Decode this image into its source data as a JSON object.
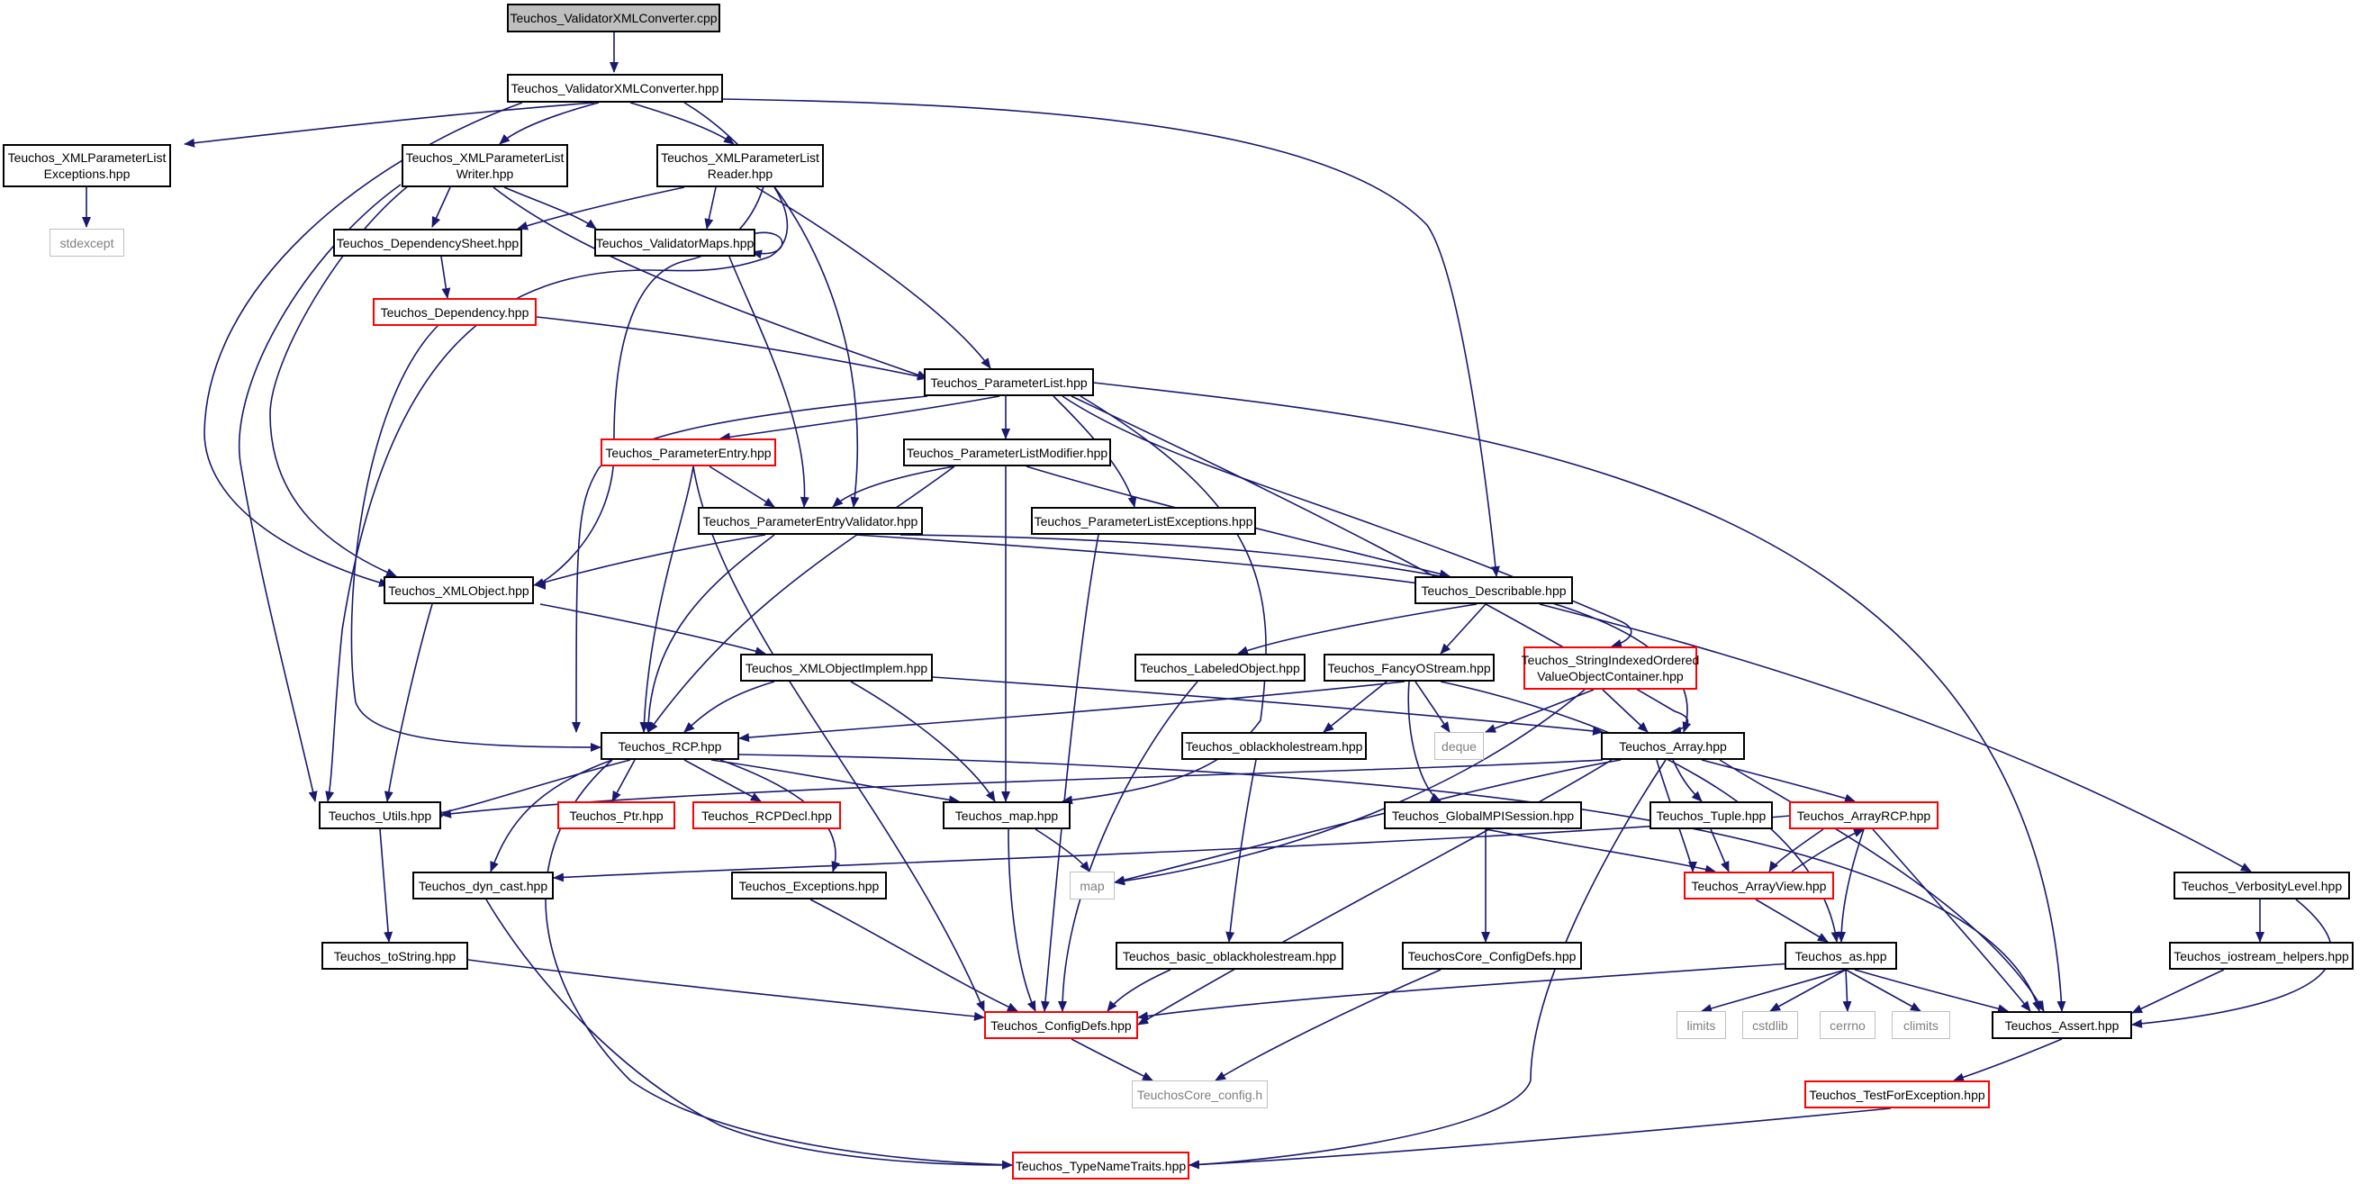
{
  "colors": {
    "edge": "#191970",
    "border": "#000000",
    "highlight_border": "#ff0000",
    "external_border": "#bfbfbf",
    "root_fill": "#bfbfbf"
  },
  "nodes": {
    "converter_cpp": "Teuchos_ValidatorXMLConverter.cpp",
    "converter_hpp": "Teuchos_ValidatorXMLConverter.hpp",
    "xml_pl_exceptions": [
      "Teuchos_XMLParameterList",
      "Exceptions.hpp"
    ],
    "xml_pl_writer": [
      "Teuchos_XMLParameterList",
      "Writer.hpp"
    ],
    "xml_pl_reader": [
      "Teuchos_XMLParameterList",
      "Reader.hpp"
    ],
    "stdexcept": "stdexcept",
    "dependency_sheet": "Teuchos_DependencySheet.hpp",
    "validator_maps": "Teuchos_ValidatorMaps.hpp",
    "dependency": "Teuchos_Dependency.hpp",
    "parameter_list": "Teuchos_ParameterList.hpp",
    "parameter_entry": "Teuchos_ParameterEntry.hpp",
    "pl_modifier": "Teuchos_ParameterListModifier.hpp",
    "pl_exceptions": "Teuchos_ParameterListExceptions.hpp",
    "entry_validator": "Teuchos_ParameterEntryValidator.hpp",
    "xml_object": "Teuchos_XMLObject.hpp",
    "describable": "Teuchos_Describable.hpp",
    "xml_object_implem": "Teuchos_XMLObjectImplem.hpp",
    "labeled_object": "Teuchos_LabeledObject.hpp",
    "fancy_ostream": "Teuchos_FancyOStream.hpp",
    "string_indexed": [
      "Teuchos_StringIndexedOrdered",
      "ValueObjectContainer.hpp"
    ],
    "rcp": "Teuchos_RCP.hpp",
    "oblackhole": "Teuchos_oblackholestream.hpp",
    "deque": "deque",
    "array": "Teuchos_Array.hpp",
    "utils": "Teuchos_Utils.hpp",
    "ptr": "Teuchos_Ptr.hpp",
    "rcp_decl": "Teuchos_RCPDecl.hpp",
    "map_hpp": "Teuchos_map.hpp",
    "global_mpi": "Teuchos_GlobalMPISession.hpp",
    "tuple": "Teuchos_Tuple.hpp",
    "array_rcp": "Teuchos_ArrayRCP.hpp",
    "dyn_cast": "Teuchos_dyn_cast.hpp",
    "exceptions": "Teuchos_Exceptions.hpp",
    "map": "map",
    "array_view": "Teuchos_ArrayView.hpp",
    "verbosity": "Teuchos_VerbosityLevel.hpp",
    "to_string": "Teuchos_toString.hpp",
    "basic_oblackhole": "Teuchos_basic_oblackholestream.hpp",
    "core_configdefs": "TeuchosCore_ConfigDefs.hpp",
    "as": "Teuchos_as.hpp",
    "iostream_helpers": "Teuchos_iostream_helpers.hpp",
    "configdefs": "Teuchos_ConfigDefs.hpp",
    "limits": "limits",
    "cstdlib": "cstdlib",
    "cerrno": "cerrno",
    "climits": "climits",
    "assert": "Teuchos_Assert.hpp",
    "core_config": "TeuchosCore_config.h",
    "test_for_exception": "Teuchos_TestForException.hpp",
    "type_name_traits": "Teuchos_TypeNameTraits.hpp"
  }
}
